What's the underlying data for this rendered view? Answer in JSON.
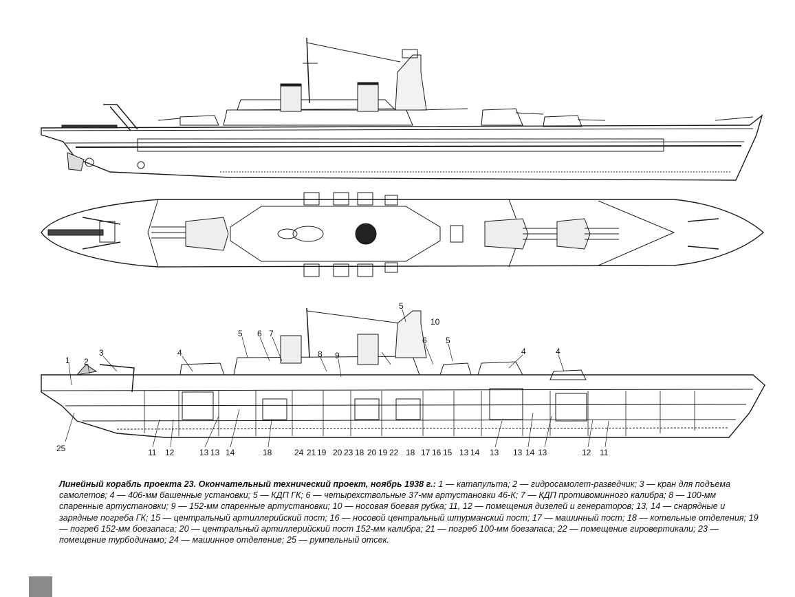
{
  "figure": {
    "title": "Линейный корабль проекта 23. Окончательный технический проект, ноябрь 1938 г.:",
    "legend": "1 — катапульта; 2 — гидросамолет-разведчик; 3 — кран для подъема самолетов; 4 — 406-мм башенные установки; 5 — КДП ГК; 6 — четырехствольные 37-мм артустановки 46-К; 7 — КДП противоминного калибра; 8 — 100-мм спаренные артустановки; 9 — 152-мм спаренные артустановки; 10 — носовая боевая рубка; 11, 12 — помещения дизелей и генераторов; 13, 14 — снарядные и зарядные погреба ГК; 15 — центральный артиллерийский пост; 16 — носовой центральный штурманский пост; 17 — машинный пост; 18 — котельные отделения; 19 — погреб 152-мм боезапаса; 20 — центральный артиллерийский пост 152-мм калибра; 21 — погреб 100-мм боезапаса; 22 — помещение гировертикали; 23 — помещение турбодинамо; 24 — машинное отделение; 25 — румпельный отсек."
  },
  "views": {
    "profile": "side-profile",
    "plan": "deck-plan",
    "section": "longitudinal-section"
  },
  "callouts_top": [
    "1",
    "2",
    "3",
    "4",
    "5",
    "6",
    "7",
    "8",
    "9",
    "5",
    "6",
    "10",
    "5",
    "4",
    "4"
  ],
  "callouts_bottom": [
    "25",
    "11",
    "12",
    "13",
    "13",
    "14",
    "18",
    "24",
    "21",
    "19",
    "20",
    "23",
    "18",
    "20",
    "19",
    "22",
    "18",
    "17",
    "16",
    "15",
    "13",
    "14",
    "13",
    "13",
    "14",
    "13",
    "12",
    "11"
  ],
  "colors": {
    "ink": "#1a1a1a",
    "paper": "#ffffff"
  }
}
